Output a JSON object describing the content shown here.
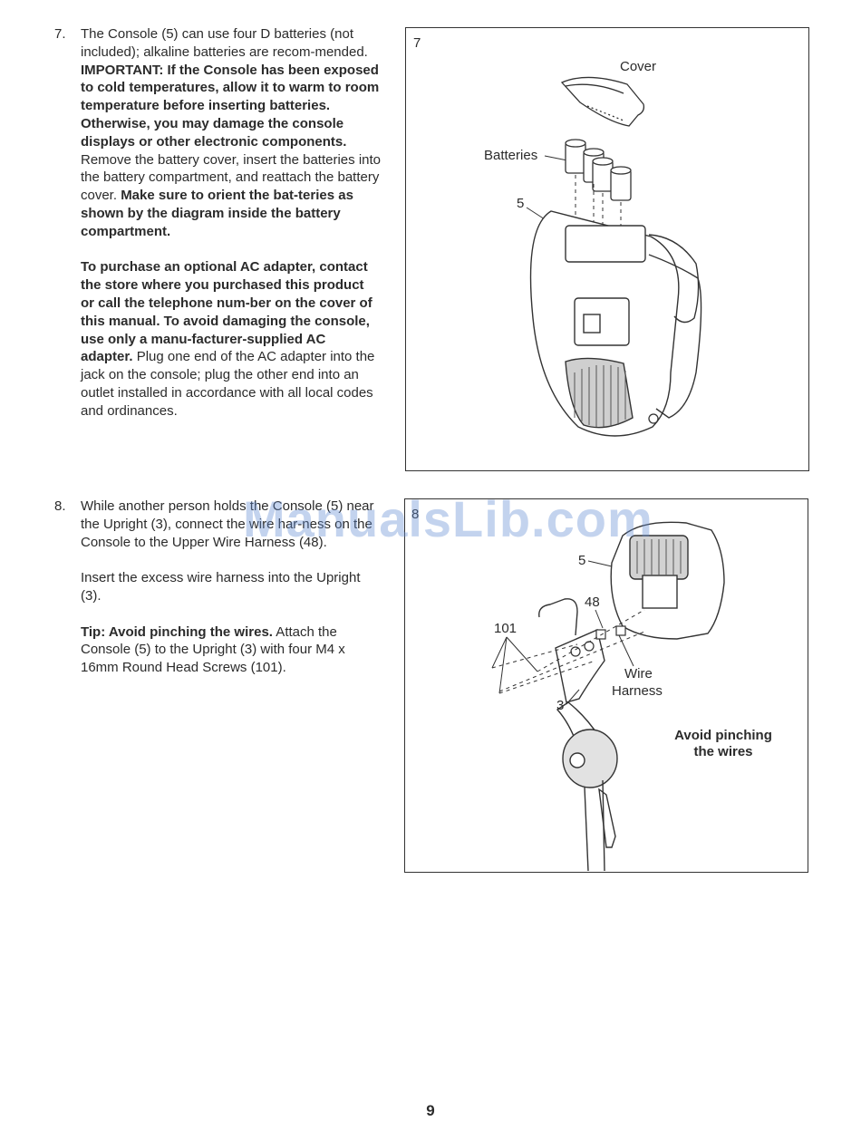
{
  "step7": {
    "number": "7.",
    "p1_a": "The Console (5) can use four D batteries (not included); alkaline batteries are recom-mended. ",
    "p1_b": "IMPORTANT: If the Console has been exposed to cold temperatures, allow it to warm to room temperature before inserting batteries. Otherwise, you may damage the console displays or other electronic components.",
    "p1_c": " Remove the battery cover, insert the batteries into the battery compartment, and reattach the battery cover. ",
    "p1_d": "Make sure to orient the bat-teries as shown by the diagram inside the battery compartment.",
    "p2_a": "To purchase an optional AC adapter, contact the store where you purchased this product or call the telephone num-ber on the cover of this manual. To avoid damaging the console, use only a manu-facturer-supplied AC adapter.",
    "p2_b": " Plug one end of the AC adapter into the jack on the console; plug the other end into an outlet installed in accordance with all local codes and ordinances."
  },
  "step8": {
    "number": "8.",
    "p1": "While another person holds the Console (5) near the Upright (3), connect the wire har-ness on the Console to the Upper Wire Harness (48).",
    "p2": "Insert the excess wire harness into the Upright (3).",
    "p3_a": "Tip: Avoid pinching the wires.",
    "p3_b": " Attach the Console (5) to the Upright (3) with four M4 x 16mm Round Head Screws (101)."
  },
  "figure7": {
    "number": "7",
    "label_cover": "Cover",
    "label_batteries": "Batteries",
    "label_console": "5"
  },
  "figure8": {
    "number": "8",
    "label_console": "5",
    "label_harness_upper": "48",
    "label_screws": "101",
    "label_wire": "Wire",
    "label_harness": "Harness",
    "label_upright": "3",
    "note_line1": "Avoid pinching",
    "note_line2": "the wires"
  },
  "watermark": "ManualsLib.com",
  "page_number": "9",
  "colors": {
    "text": "#2b2b2b",
    "watermark": "#608cd2"
  }
}
